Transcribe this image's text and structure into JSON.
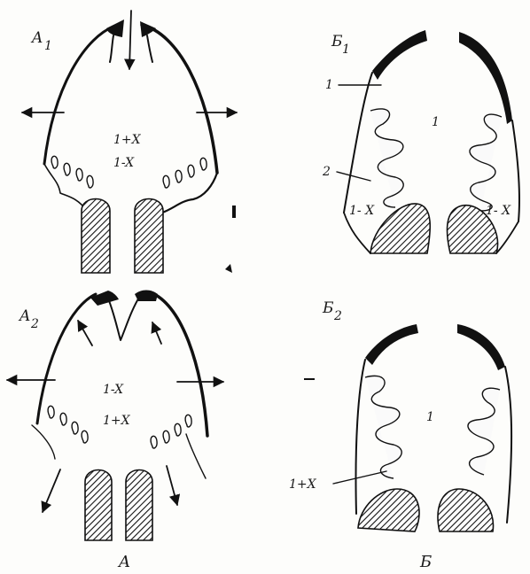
{
  "panels": {
    "a1": {
      "label": "A",
      "subscript": "1",
      "text_top": "1+X",
      "text_bottom": "1-X"
    },
    "a2": {
      "label": "A",
      "subscript": "2",
      "text_top": "1-X",
      "text_bottom": "1+X"
    },
    "b1": {
      "label": "Б",
      "subscript": "1",
      "text_center": "1",
      "text_left_bottom": "1- X",
      "text_right_bottom": "1- X",
      "callout_1": "1",
      "callout_2": "2"
    },
    "b2": {
      "label": "Б",
      "subscript": "2",
      "text_center": "1",
      "callout": "1+X"
    }
  },
  "captions": {
    "left": "A",
    "right": "Б"
  }
}
